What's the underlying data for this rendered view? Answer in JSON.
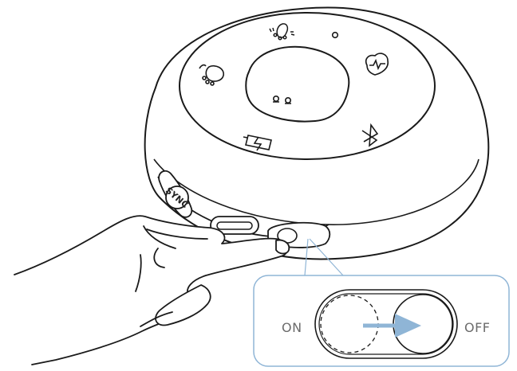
{
  "device": {
    "sync_button_label": "SYNC",
    "icons": [
      "footprint-icon",
      "dot-indicator-icon",
      "heartbeat-icon",
      "foot-icon",
      "sensor-icon",
      "battery-charging-icon",
      "bluetooth-icon"
    ]
  },
  "callout": {
    "on_label": "ON",
    "off_label": "OFF",
    "accent_color": "#8fb5d6",
    "arrow_color": "#8fb5d6"
  }
}
